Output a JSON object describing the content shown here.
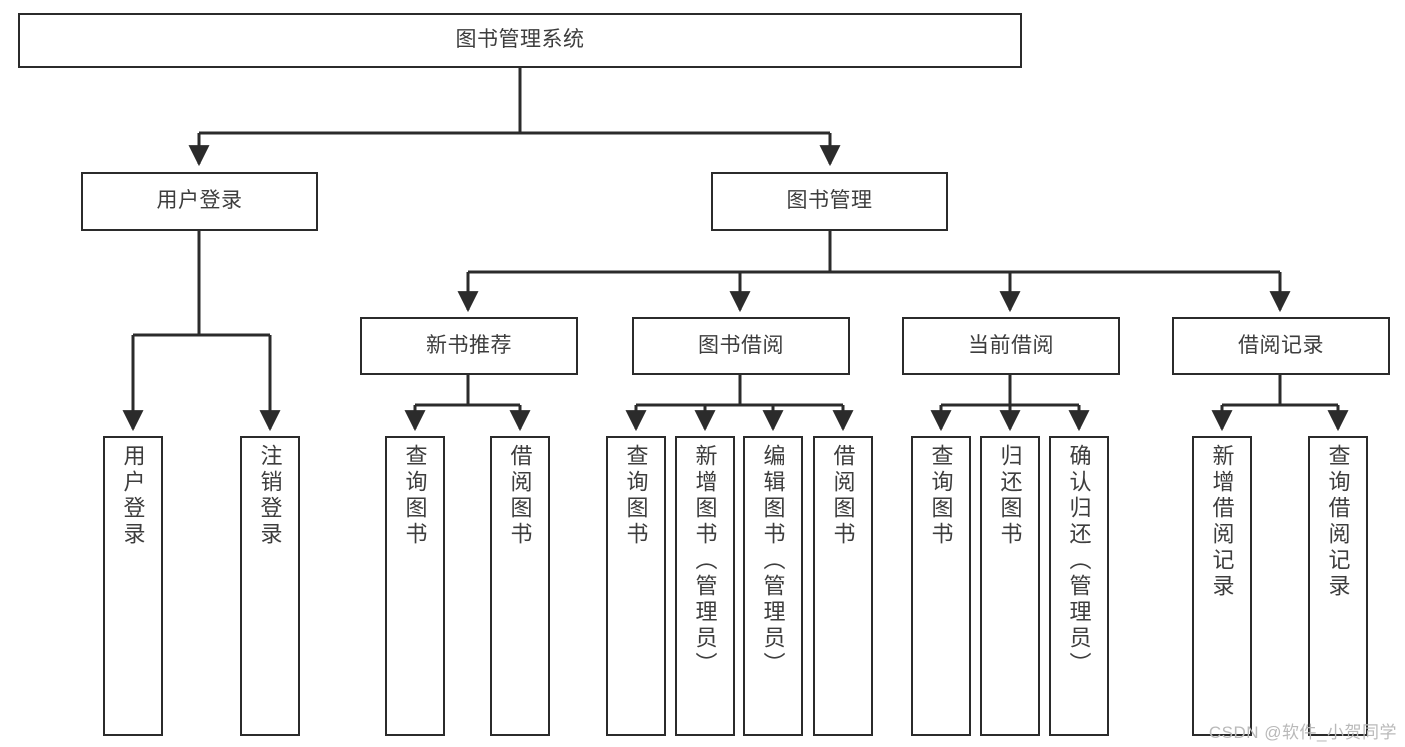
{
  "diagram": {
    "type": "hierarchy-tree",
    "title": "图书管理系统",
    "root": {
      "label": "图书管理系统"
    },
    "level2": [
      {
        "key": "user-login",
        "label": "用户登录"
      },
      {
        "key": "book-management",
        "label": "图书管理"
      }
    ],
    "level3": [
      {
        "key": "new-book-recommend",
        "label": "新书推荐"
      },
      {
        "key": "book-borrow",
        "label": "图书借阅"
      },
      {
        "key": "current-borrow",
        "label": "当前借阅"
      },
      {
        "key": "borrow-record",
        "label": "借阅记录"
      }
    ],
    "leaves": [
      {
        "key": "leaf-user-login",
        "label": "用户登录"
      },
      {
        "key": "leaf-user-logout",
        "label": "注销登录"
      },
      {
        "key": "leaf-query-book-1",
        "label": "查询图书"
      },
      {
        "key": "leaf-borrow-book-1",
        "label": "借阅图书"
      },
      {
        "key": "leaf-query-book-2",
        "label": "查询图书"
      },
      {
        "key": "leaf-add-book",
        "label": "新增图书（管理员）"
      },
      {
        "key": "leaf-edit-book",
        "label": "编辑图书（管理员）"
      },
      {
        "key": "leaf-borrow-book-2",
        "label": "借阅图书"
      },
      {
        "key": "leaf-query-book-3",
        "label": "查询图书"
      },
      {
        "key": "leaf-return-book",
        "label": "归还图书"
      },
      {
        "key": "leaf-confirm-return",
        "label": "确认归还（管理员）"
      },
      {
        "key": "leaf-add-record",
        "label": "新增借阅记录"
      },
      {
        "key": "leaf-query-record",
        "label": "查询借阅记录"
      }
    ]
  },
  "watermark": {
    "text": "CSDN @软件_小贺同学"
  },
  "colors": {
    "background": "#ffffff",
    "box_border": "#2b2b2b",
    "box_fill": "#ffffff",
    "text": "#3d3d3d",
    "connector": "#2b2b2b",
    "watermark": "#b9b9b9"
  }
}
